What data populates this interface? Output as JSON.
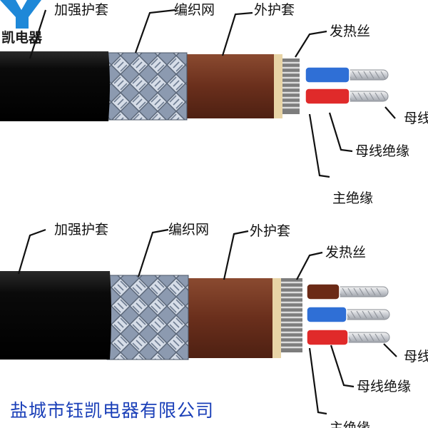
{
  "logo": {
    "text": "凯电器"
  },
  "diagram_top": {
    "labels": {
      "reinforced_sheath": "加强护套",
      "braided_mesh": "编织网",
      "outer_sheath": "外护套",
      "heating_wire": "发热丝",
      "busbar": "母线",
      "busbar_insulation": "母线绝缘",
      "main_insulation": "主绝缘"
    },
    "core_colors": [
      "#2f6fd6",
      "#e02a2a"
    ]
  },
  "diagram_bottom": {
    "labels": {
      "reinforced_sheath": "加强护套",
      "braided_mesh": "编织网",
      "outer_sheath": "外护套",
      "heating_wire": "发热丝",
      "busbar": "母线",
      "busbar_insulation": "母线绝缘",
      "main_insulation": "主绝缘"
    },
    "core_colors": [
      "#6b2a16",
      "#2f6fd6",
      "#e02a2a"
    ]
  },
  "company": "盐城市钰凯电器有限公司",
  "colors": {
    "jacket": "#060606",
    "braid": "#9aa6b8",
    "outer_sheath": "#6b3020",
    "company_text": "#1a3fb8"
  }
}
